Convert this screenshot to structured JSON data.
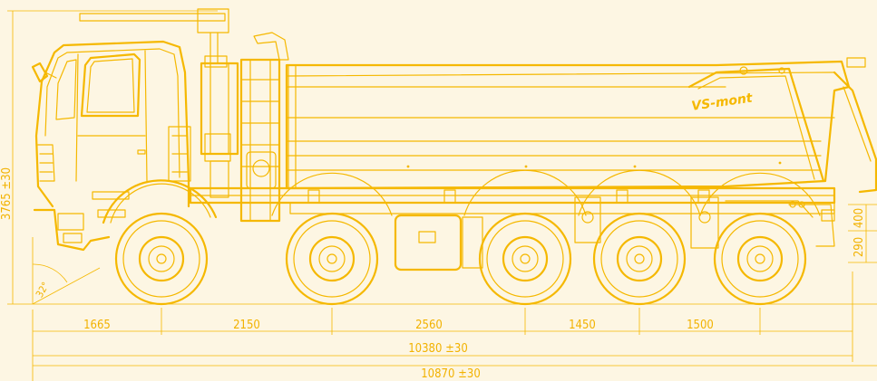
{
  "brand": "VS-mont",
  "colors": {
    "line": "#f5b800",
    "background": "#fdf6e3"
  },
  "dimensions": {
    "height": "3765 ±30",
    "angle": "32°",
    "axle_spacings": [
      "1665",
      "2150",
      "2560",
      "1450",
      "1500"
    ],
    "wheelbase_total": "10380 ±30",
    "overall_length": "10870 ±30",
    "rear_height_upper": "400",
    "rear_height_lower": "290"
  }
}
